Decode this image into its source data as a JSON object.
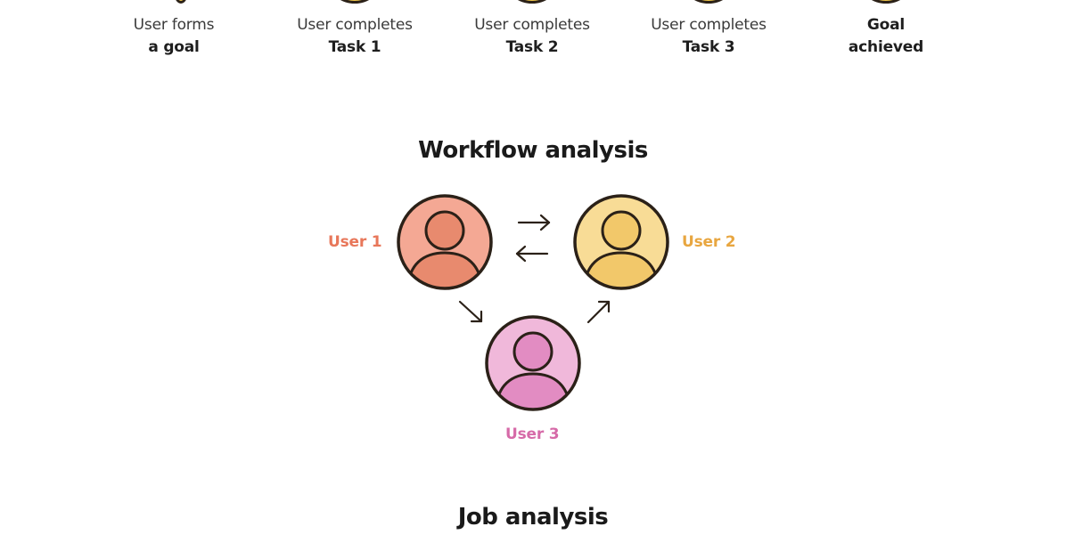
{
  "steps": [
    {
      "line1": "User forms",
      "line2": "a goal"
    },
    {
      "line1": "User completes",
      "line2": "Task 1"
    },
    {
      "line1": "User completes",
      "line2": "Task 2"
    },
    {
      "line1": "User completes",
      "line2": "Task 3"
    },
    {
      "line1": "Goal",
      "line2": "achieved"
    }
  ],
  "workflow": {
    "title": "Workflow analysis",
    "users": [
      {
        "label": "User 1",
        "color": "#e8775a",
        "fill": "#f4a894",
        "head": "#e88a6e"
      },
      {
        "label": "User 2",
        "color": "#e8a640",
        "fill": "#f8dc96",
        "head": "#f2c86a"
      },
      {
        "label": "User 3",
        "color": "#d66aa8",
        "fill": "#f0b8da",
        "head": "#e28cc2"
      }
    ]
  },
  "job": {
    "title": "Job analysis"
  },
  "colors": {
    "outline": "#2b2118",
    "step_icon": "#f2c84b"
  }
}
